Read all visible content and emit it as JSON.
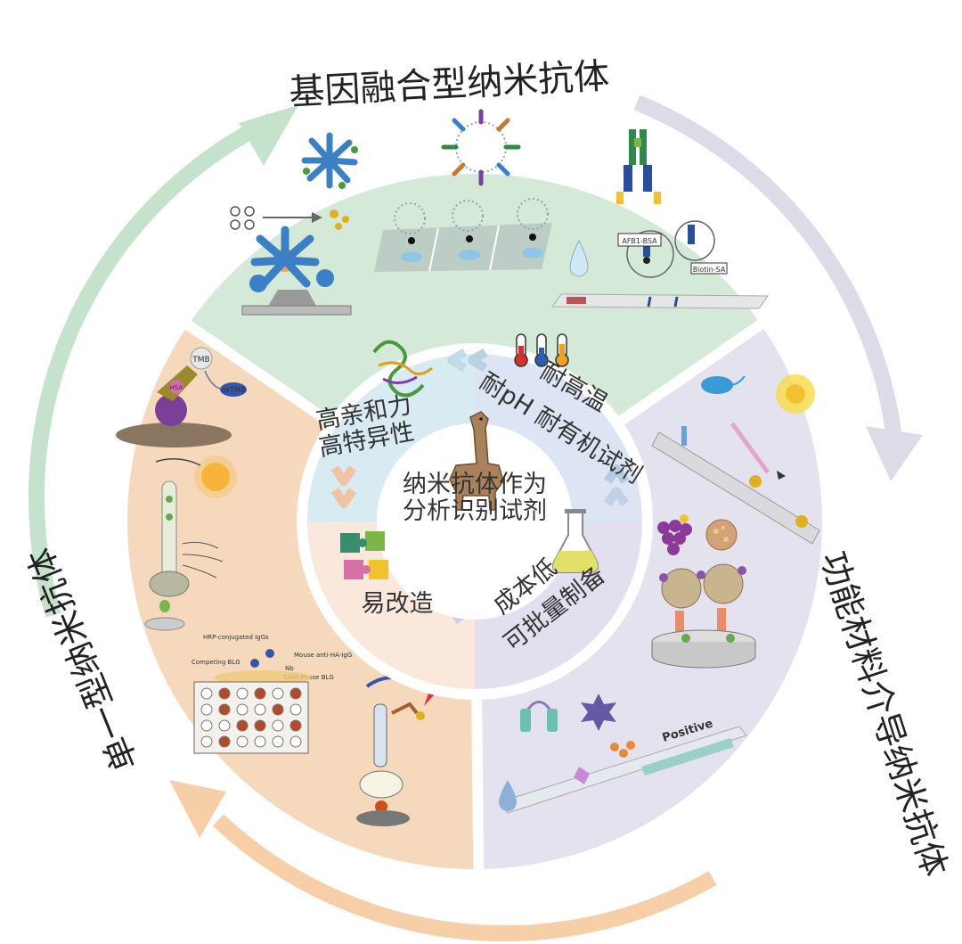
{
  "outer_labels": {
    "top": "基因融合型纳米抗体",
    "right": "功能材料介导纳米抗体",
    "left": "单一型纳米抗体"
  },
  "center": {
    "line1": "纳米抗体作为",
    "line2": "分析识别试剂"
  },
  "properties": {
    "affinity_line1": "高亲和力",
    "affinity_line2": "高特异性",
    "tolerance_line1": "耐高温",
    "tolerance_line2": "耐pH 耐有机试剂",
    "modify": "易改造",
    "cost_line1": "成本低",
    "cost_line2": "可批量制备"
  },
  "figure_texts": {
    "tmb": "TMB",
    "oxtmb": "oxTMB",
    "hrp": "HRP-conjugated IgGs",
    "mouse": "Mouse anti-HA-IgG",
    "competing": "Competing BLG",
    "nb": "Nb",
    "solid": "Solid-Phase BLG",
    "afb1": "AFB1-BSA",
    "biotin": "Biotin-SA",
    "positive": "Positive",
    "hsa": "HSA"
  },
  "colors": {
    "green_sector": "#d4e9d8",
    "purple_sector": "#e4e2ee",
    "orange_sector": "#f6d9bd",
    "green_arrow": "#c5e3cc",
    "purple_arrow": "#dddbe8",
    "orange_arrow": "#f6cfa9"
  }
}
